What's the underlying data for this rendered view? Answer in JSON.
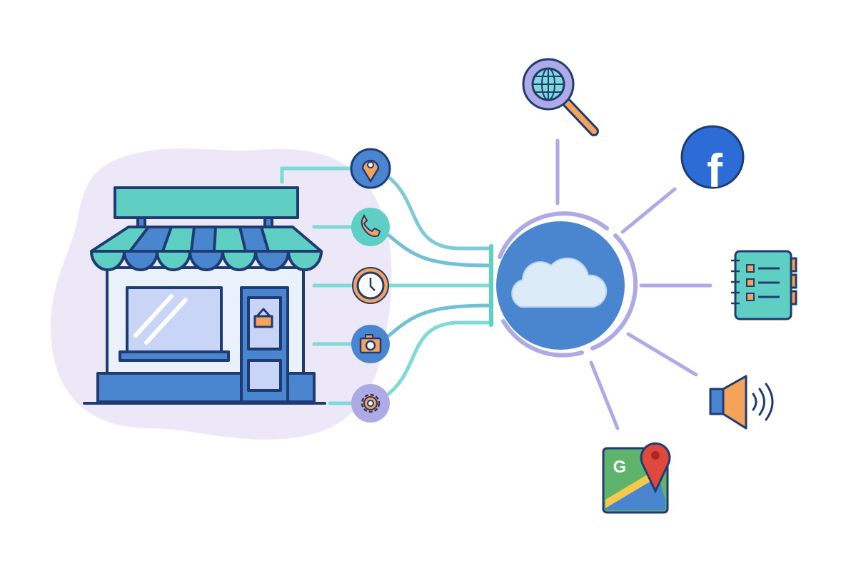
{
  "illustration": {
    "facebook_logo_text": "f",
    "google_maps_logo_text": "G"
  },
  "colors": {
    "navy_outline": "#1f3b73",
    "blue": "#4a86d0",
    "teal": "#5fcfc3",
    "lavender_blob": "#ece8f8",
    "lavender": "#aeaae6",
    "orange": "#f5a35a",
    "connector": "#7fd9d6",
    "facebook_blue": "#2c6cd6"
  },
  "store_features": [
    "location-pin",
    "phone",
    "clock",
    "camera",
    "gear"
  ],
  "connected_services": [
    "web-search",
    "facebook",
    "notebook-listing",
    "speaker-announcement",
    "google-maps"
  ]
}
